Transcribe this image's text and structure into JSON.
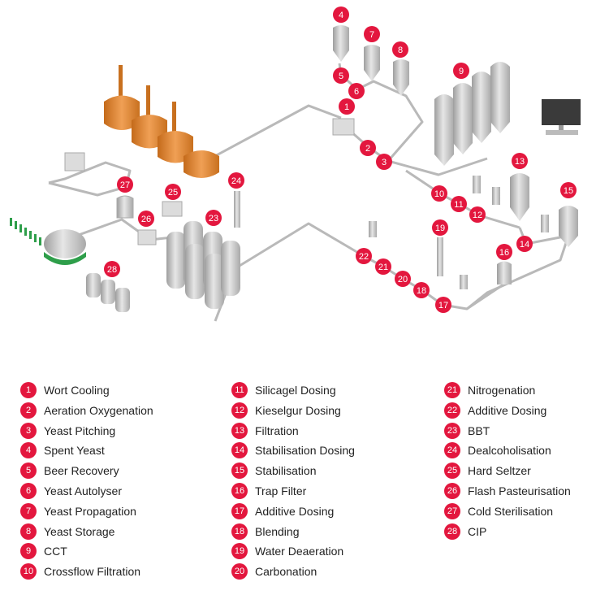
{
  "colors": {
    "accent": "#e3173e",
    "pipe": "#b9b9b9",
    "tank": "#c8c8c8",
    "copper": "#d9822b",
    "bottle": "#2e9e4a"
  },
  "badges": {
    "b1": "1",
    "b2": "2",
    "b3": "3",
    "b4": "4",
    "b5": "5",
    "b6": "6",
    "b7": "7",
    "b8": "8",
    "b9": "9",
    "b10": "10",
    "b11": "11",
    "b12": "12",
    "b13": "13",
    "b14": "14",
    "b15": "15",
    "b16": "16",
    "b17": "17",
    "b18": "18",
    "b19": "19",
    "b20": "20",
    "b21": "21",
    "b22": "22",
    "b23": "23",
    "b24": "24",
    "b25": "25",
    "b26": "26",
    "b27": "27",
    "b28": "28"
  },
  "legend": {
    "col1": [
      {
        "num": "1",
        "label": "Wort Cooling"
      },
      {
        "num": "2",
        "label": "Aeration Oxygenation"
      },
      {
        "num": "3",
        "label": "Yeast Pitching"
      },
      {
        "num": "4",
        "label": "Spent Yeast"
      },
      {
        "num": "5",
        "label": "Beer Recovery"
      },
      {
        "num": "6",
        "label": "Yeast Autolyser"
      },
      {
        "num": "7",
        "label": "Yeast Propagation"
      },
      {
        "num": "8",
        "label": "Yeast Storage"
      },
      {
        "num": "9",
        "label": "CCT"
      },
      {
        "num": "10",
        "label": "Crossflow Filtration"
      }
    ],
    "col2": [
      {
        "num": "11",
        "label": "Silicagel Dosing"
      },
      {
        "num": "12",
        "label": "Kieselgur Dosing"
      },
      {
        "num": "13",
        "label": "Filtration"
      },
      {
        "num": "14",
        "label": "Stabilisation Dosing"
      },
      {
        "num": "15",
        "label": "Stabilisation"
      },
      {
        "num": "16",
        "label": "Trap Filter"
      },
      {
        "num": "17",
        "label": "Additive Dosing"
      },
      {
        "num": "18",
        "label": "Blending"
      },
      {
        "num": "19",
        "label": "Water Deaeration"
      },
      {
        "num": "20",
        "label": "Carbonation"
      }
    ],
    "col3": [
      {
        "num": "21",
        "label": "Nitrogenation"
      },
      {
        "num": "22",
        "label": "Additive Dosing"
      },
      {
        "num": "23",
        "label": "BBT"
      },
      {
        "num": "24",
        "label": "Dealcoholisation"
      },
      {
        "num": "25",
        "label": "Hard Seltzer"
      },
      {
        "num": "26",
        "label": "Flash Pasteurisation"
      },
      {
        "num": "27",
        "label": "Cold Sterilisation"
      },
      {
        "num": "28",
        "label": "CIP"
      }
    ]
  }
}
